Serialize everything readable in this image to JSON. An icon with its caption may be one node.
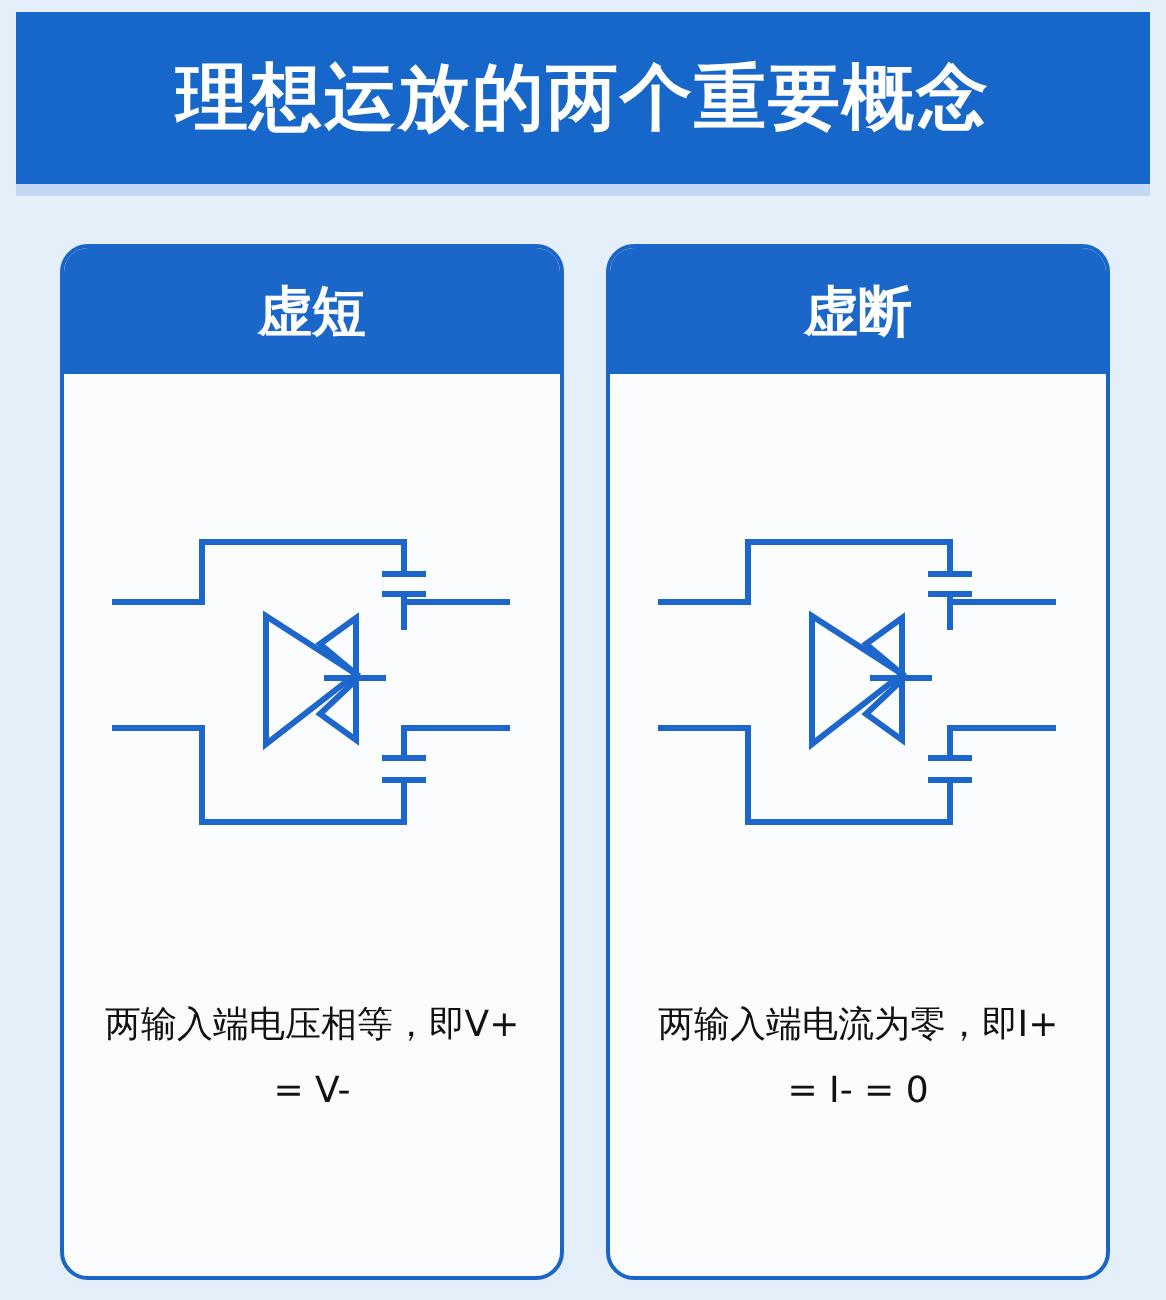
{
  "diagram": {
    "title": "理想运放的两个重要概念",
    "nodes": [
      {
        "text": [
          "虚短",
          "两输入端电压相等，即V+ = V-"
        ]
      },
      {
        "text": [
          "虚断",
          "两输入端电流为零，即I+ = I- = 0"
        ]
      }
    ]
  }
}
